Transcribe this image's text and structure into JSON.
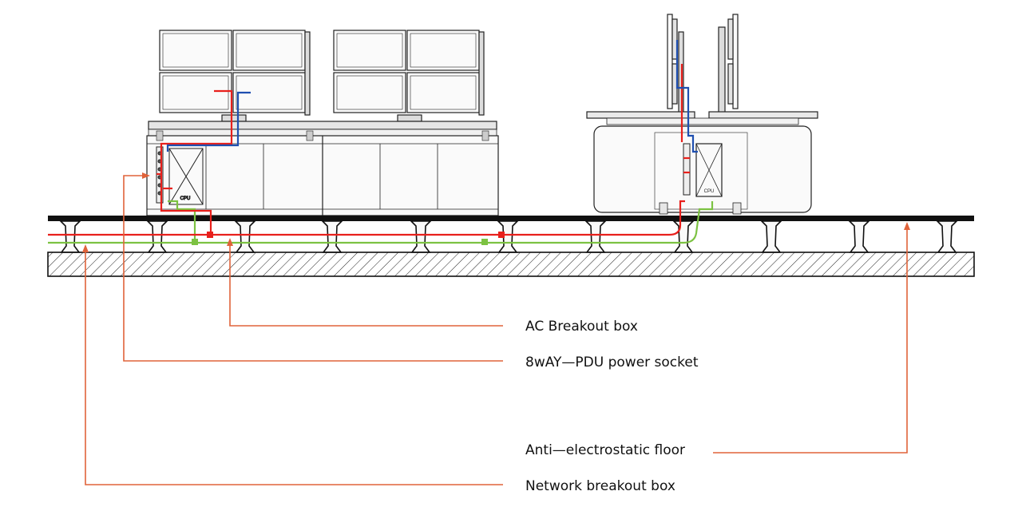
{
  "colors": {
    "power": "#e8201c",
    "data": "#1f4fb0",
    "network": "#7cc242",
    "callout": "#e0633a",
    "line": "#222222",
    "fill": "#f4f4f4"
  },
  "equipment": {
    "cpu_label_left": "CPU",
    "cpu_label_right": "CPU"
  },
  "callouts": [
    {
      "label": "AC Breakout box"
    },
    {
      "label": "8wAY—PDU power socket"
    },
    {
      "label": "Anti—electrostatic floor"
    },
    {
      "label": "Network breakout box"
    }
  ]
}
